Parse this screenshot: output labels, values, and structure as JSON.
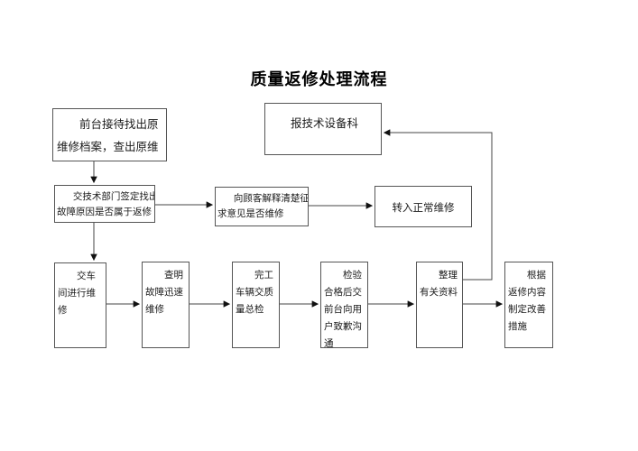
{
  "title": "质量返修处理流程",
  "boxes": [
    {
      "name": "front-desk",
      "text": "前台接待找出原\n维修档案，查出原维"
    },
    {
      "name": "report-tech-dept",
      "text": "报技术设备科"
    },
    {
      "name": "tech-dept-identify",
      "text": "交技术部门签定找出\n故障原因是否属于返修"
    },
    {
      "name": "explain-to-customer",
      "text": "向顾客解释清楚征\n求意见是否维修"
    },
    {
      "name": "normal-repair",
      "text": "转入正常维修"
    },
    {
      "name": "workshop-repair",
      "text": "交车\n间进行维\n修"
    },
    {
      "name": "identify-fault-repair",
      "text": "查明\n故障迅速\n维修"
    },
    {
      "name": "final-quality-inspect",
      "text": "完工\n车辆交质\n量总检"
    },
    {
      "name": "apologize-communicate",
      "text": "检验\n合格后交\n前台向用\n户致歉沟\n通"
    },
    {
      "name": "organize-materials",
      "text": "整理\n有关资料"
    },
    {
      "name": "improvement-measures",
      "text": "根据\n返修内容\n制定改善\n措施"
    }
  ],
  "colors": {
    "background": "#ffffff",
    "box_border": "#555555",
    "connector_line": "#444444",
    "arrowhead": "#111111",
    "text": "#1a1a1a"
  }
}
